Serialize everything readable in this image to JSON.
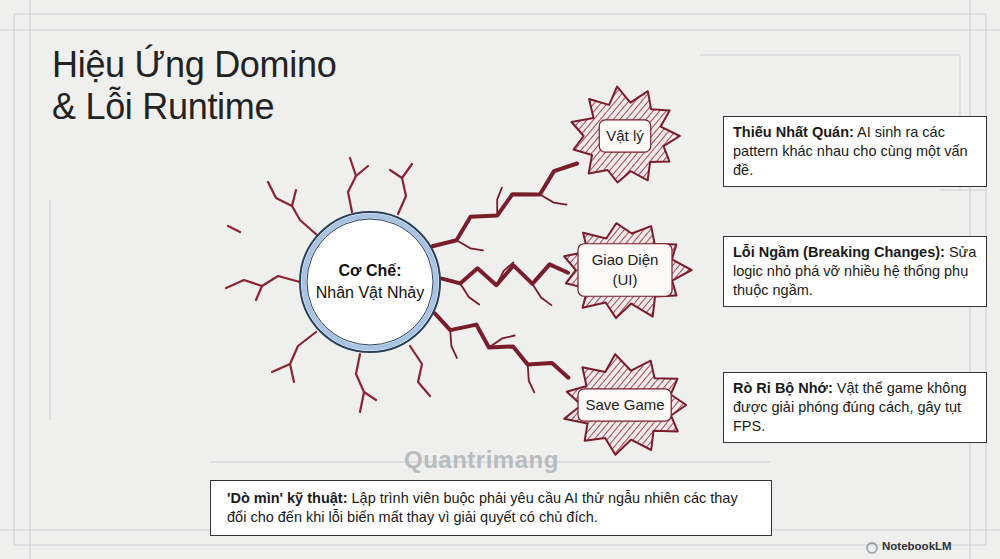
{
  "diagram": {
    "title": "Hiệu Ứng Domino & Lỗi Runtime",
    "nodes": [
      {
        "text": [
          "Cơ Chế:",
          "Nhân Vật Nhảy"
        ]
      },
      {
        "text": [
          "Vật lý"
        ]
      },
      {
        "text": [
          "Giao Diện (UI)"
        ]
      },
      {
        "text": [
          "Save Game"
        ]
      },
      {
        "text": [
          "Thiếu Nhất Quán:",
          "AI sinh ra các pattern khác nhau cho cùng một vấn đề."
        ]
      },
      {
        "text": [
          "Lỗi Ngầm (Breaking Changes):",
          "Sửa logic nhỏ phá vỡ nhiều hệ thống phụ thuộc ngầm."
        ]
      },
      {
        "text": [
          "Rò Rỉ Bộ Nhớ:",
          "Vật thể game không được giải phóng đúng cách, gây tụt FPS."
        ]
      },
      {
        "text": [
          "'Dò mìn' kỹ thuật:",
          "Lập trình viên buộc phải yêu cầu AI thử ngẫu nhiên các thay đổi cho đến khi lỗi biến mất thay vì giải quyết có chủ đích."
        ]
      }
    ],
    "edges": [
      {
        "from": 0,
        "to": 1,
        "arrow": "none"
      },
      {
        "from": 0,
        "to": 2,
        "arrow": "none"
      },
      {
        "from": 0,
        "to": 3,
        "arrow": "none"
      }
    ],
    "labels": [
      "Quantrimang",
      "NotebookLM"
    ]
  }
}
